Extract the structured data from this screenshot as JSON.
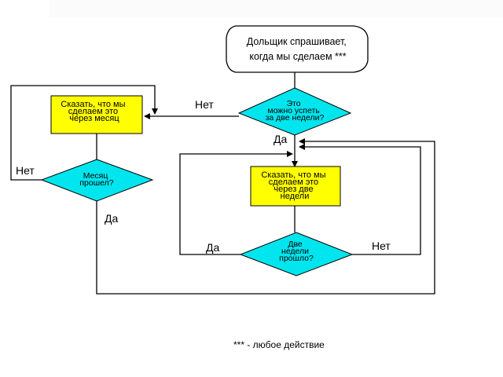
{
  "diagram": {
    "type": "flowchart",
    "colors": {
      "process_fill": "#ffff00",
      "decision_fill": "#00e5ee",
      "line": "#000000",
      "background": "#ffffff"
    },
    "nodes": {
      "start": {
        "shape": "terminator",
        "lines": [
          "Дольщик спрашивает,",
          "когда мы сделаем ***"
        ]
      },
      "decision_two_weeks": {
        "shape": "decision",
        "lines": [
          "Это",
          "можно успеть",
          "за две недели?"
        ]
      },
      "say_month": {
        "shape": "process",
        "lines": [
          "Сказать, что мы",
          "сделаем это",
          "через месяц"
        ]
      },
      "decision_month": {
        "shape": "decision",
        "lines": [
          "Месяц",
          "прошел?"
        ]
      },
      "say_two_weeks": {
        "shape": "process",
        "lines": [
          "Сказать, что мы",
          "сделаем это",
          "через две",
          "недели"
        ]
      },
      "decision_two_weeks_passed": {
        "shape": "decision",
        "lines": [
          "Две",
          "недели",
          "прошло?"
        ]
      }
    },
    "edge_labels": {
      "two_weeks_no": "Нет",
      "two_weeks_yes": "Да",
      "month_no": "Нет",
      "month_yes": "Да",
      "passed_yes": "Да",
      "passed_no": "Нет"
    },
    "footnote": "*** - любое действие"
  }
}
